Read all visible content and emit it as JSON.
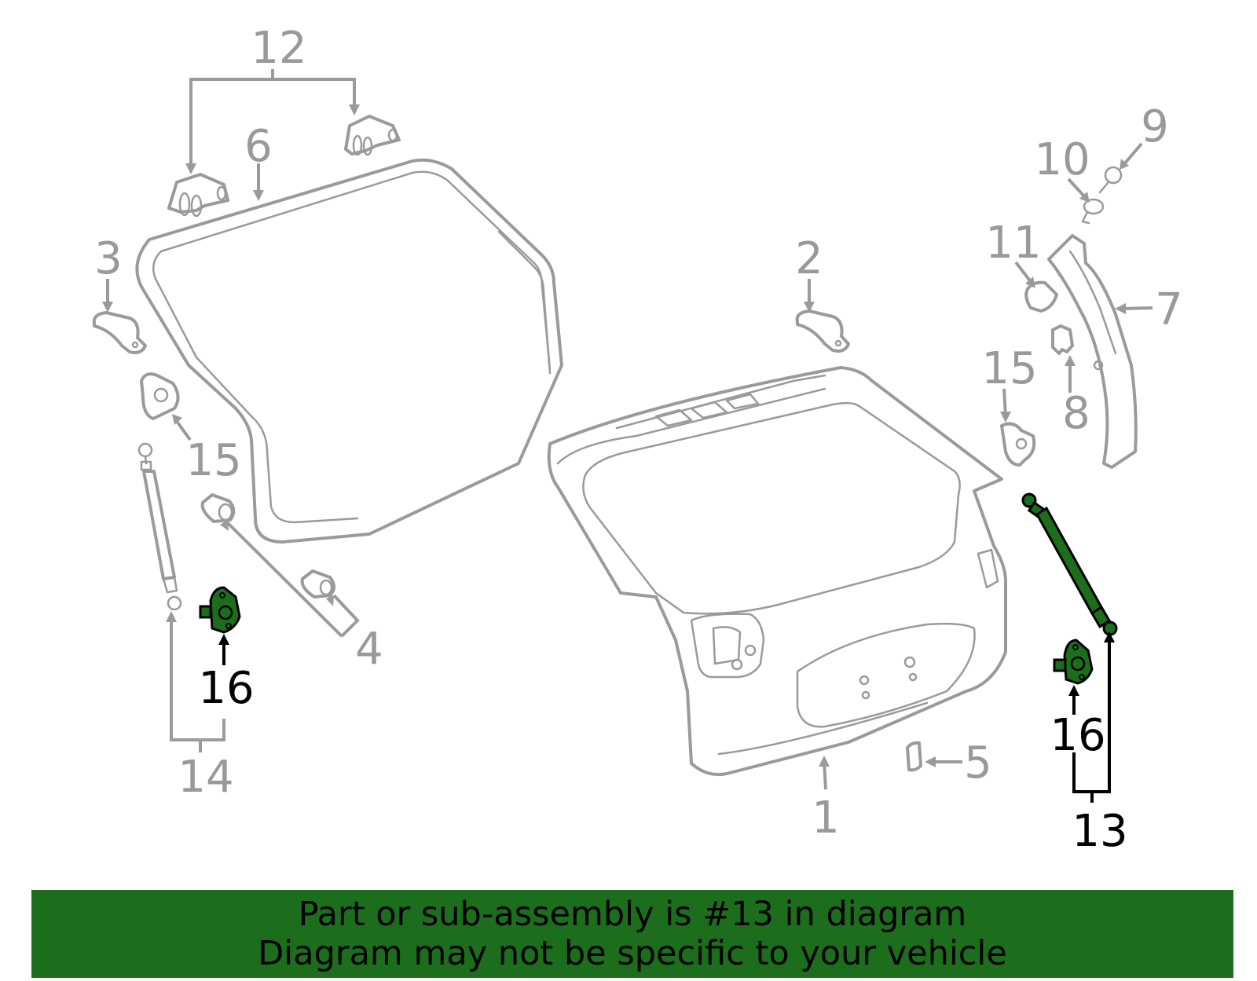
{
  "callouts": [
    {
      "number": "1",
      "highlighted": false
    },
    {
      "number": "2",
      "highlighted": false
    },
    {
      "number": "3",
      "highlighted": false
    },
    {
      "number": "4",
      "highlighted": false
    },
    {
      "number": "5",
      "highlighted": false
    },
    {
      "number": "6",
      "highlighted": false
    },
    {
      "number": "7",
      "highlighted": false
    },
    {
      "number": "8",
      "highlighted": false
    },
    {
      "number": "9",
      "highlighted": false
    },
    {
      "number": "10",
      "highlighted": false
    },
    {
      "number": "11",
      "highlighted": false
    },
    {
      "number": "12",
      "highlighted": false
    },
    {
      "number": "13",
      "highlighted": true
    },
    {
      "number": "14",
      "highlighted": false
    },
    {
      "number": "15",
      "highlighted": false
    },
    {
      "number": "15",
      "highlighted": false
    },
    {
      "number": "16",
      "highlighted": true
    },
    {
      "number": "16",
      "highlighted": true
    }
  ],
  "banner": {
    "line1": "Part or sub-assembly is #13 in diagram",
    "line2": "Diagram may not be specific to your vehicle"
  },
  "colors": {
    "highlight": "#1c6e1c",
    "linework": "#9a9a9a",
    "active_label": "#000000"
  }
}
